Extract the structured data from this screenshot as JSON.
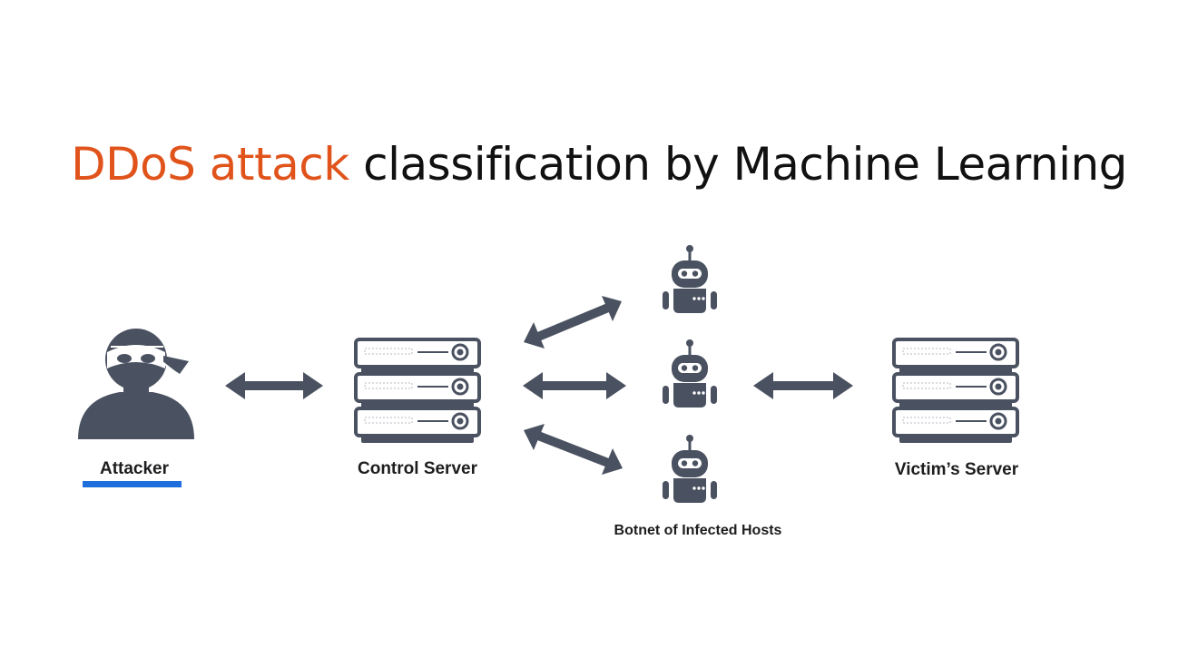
{
  "slide": {
    "title_highlight": "DDoS attack",
    "title_rest": " classification by Machine Learning"
  },
  "diagram": {
    "attacker_label": "Attacker",
    "control_server_label": "Control Server",
    "botnet_label": "Botnet of Infected Hosts",
    "victim_label": "Victim’s Server",
    "colors": {
      "title_accent": "#e0541c",
      "icon_dark": "#4a5160",
      "underline": "#1e6fdc"
    }
  }
}
